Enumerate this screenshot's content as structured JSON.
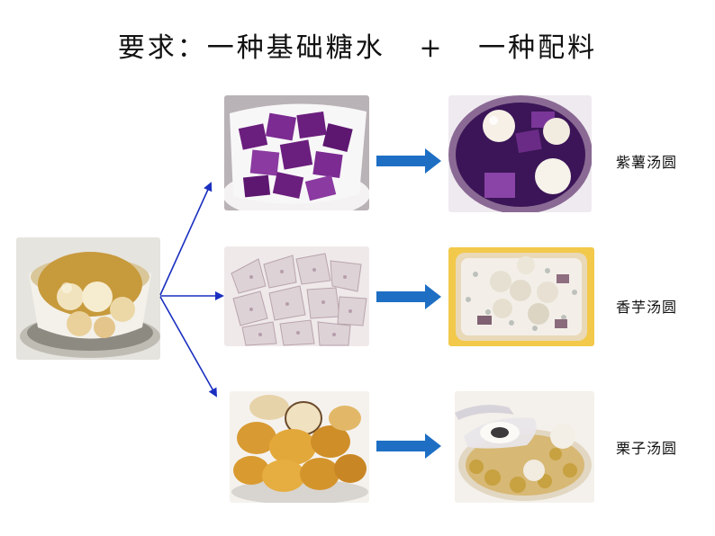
{
  "title": "要求：一种基础糖水   +   一种配料",
  "results": [
    {
      "label": "紫薯汤圆"
    },
    {
      "label": "香芋汤圆"
    },
    {
      "label": "栗子汤圆"
    }
  ],
  "images": {
    "base": "tangyuan-in-syrup-bowl",
    "ingredients": [
      "purple-sweet-potato-cubes",
      "taro-cubes",
      "peeled-chestnuts"
    ],
    "dishes": [
      "purple-sweet-potato-tangyuan",
      "taro-tangyuan",
      "chestnut-tangyuan"
    ]
  },
  "colors": {
    "thin_arrow": "#1a2fbf",
    "block_arrow": "#1e6fc4"
  }
}
